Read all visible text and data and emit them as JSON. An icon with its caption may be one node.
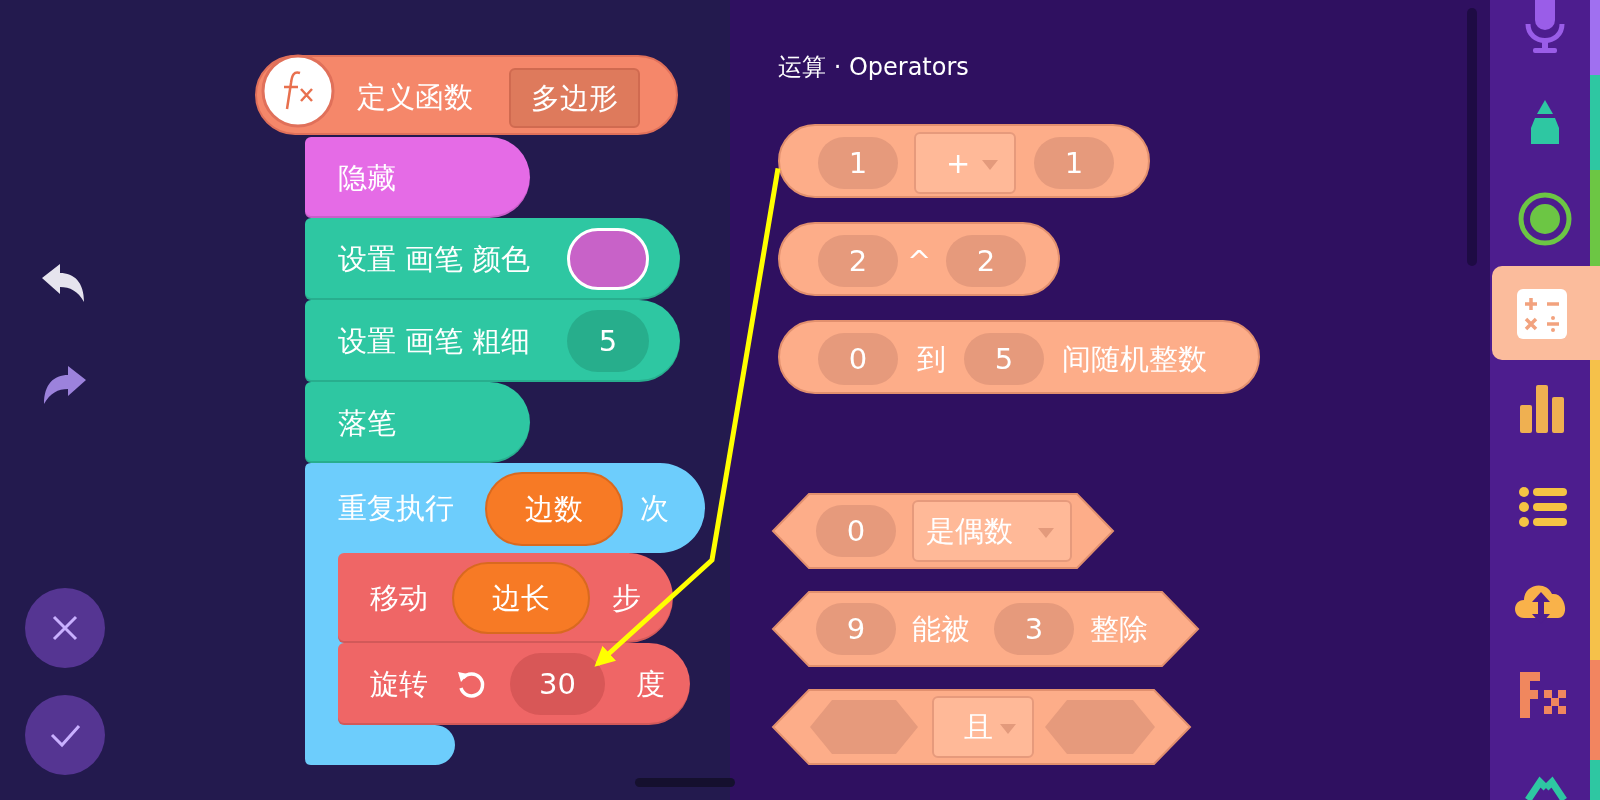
{
  "diagram": {
    "title": "运算 · Operators",
    "nodes": [
      {
        "text": [
          "定义函数"
        ]
      },
      {
        "text": [
          "多边形"
        ],
        "in": 0
      },
      {
        "text": [
          "隐藏"
        ]
      },
      {
        "text": [
          "设置 画笔 颜色"
        ]
      },
      {
        "text": [],
        "shape": "oval",
        "in": 3
      },
      {
        "text": [
          "设置 画笔 粗细"
        ]
      },
      {
        "text": [
          "5"
        ],
        "in": 5
      },
      {
        "text": [
          "落笔"
        ]
      },
      {
        "text": [
          "重复执行",
          "次"
        ]
      },
      {
        "text": [
          "边数"
        ],
        "in": 8
      },
      {
        "text": [
          "移动",
          "步"
        ],
        "in": 8
      },
      {
        "text": [
          "边长"
        ],
        "in": 10
      },
      {
        "text": [
          "旋转",
          "度"
        ],
        "in": 8
      },
      {
        "text": [
          "30"
        ],
        "in": 12
      },
      {
        "text": [],
        "shape": "pill"
      },
      {
        "text": [
          "1"
        ],
        "in": 14
      },
      {
        "text": [
          "+"
        ],
        "in": 14
      },
      {
        "text": [
          "1"
        ],
        "in": 14
      },
      {
        "text": [
          "^"
        ]
      },
      {
        "text": [
          "2"
        ],
        "in": 18
      },
      {
        "text": [
          "2"
        ],
        "in": 18
      },
      {
        "text": [
          "到",
          "间随机整数"
        ]
      },
      {
        "text": [
          "0"
        ],
        "in": 21
      },
      {
        "text": [
          "5"
        ],
        "in": 21
      },
      {
        "text": [],
        "shape": "hexagon"
      },
      {
        "text": [
          "0"
        ],
        "in": 24
      },
      {
        "text": [
          "是偶数"
        ],
        "in": 24
      },
      {
        "text": [
          "能被",
          "整除"
        ]
      },
      {
        "text": [
          "9"
        ],
        "in": 27
      },
      {
        "text": [
          "3"
        ],
        "in": 27
      },
      {
        "text": [],
        "shape": "hexagon"
      },
      {
        "text": [],
        "shape": "hexagon",
        "in": 30
      },
      {
        "text": [
          "且"
        ],
        "in": 30
      },
      {
        "text": [],
        "shape": "hexagon",
        "in": 30
      }
    ],
    "edges": [
      {
        "from": 14,
        "to": 13,
        "arrow": "to",
        "color": "#ffff00"
      }
    ]
  }
}
